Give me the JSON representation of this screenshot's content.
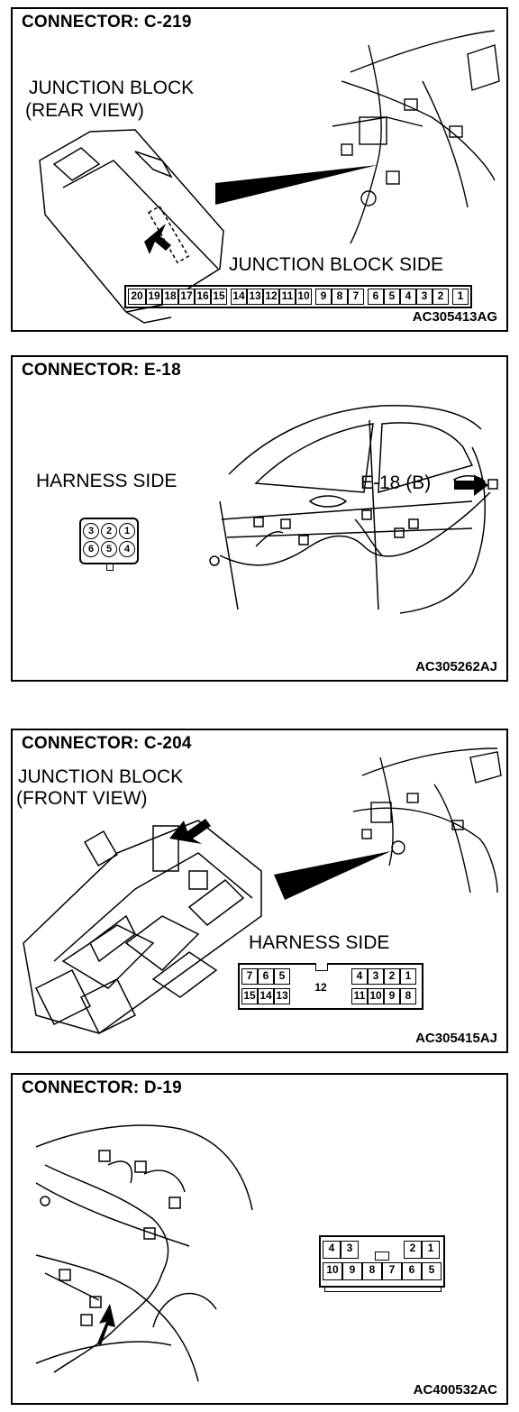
{
  "panels": [
    {
      "title": "CONNECTOR: C-219",
      "labels": [
        "JUNCTION BLOCK",
        "(REAR VIEW)",
        "JUNCTION BLOCK SIDE"
      ],
      "code": "AC305413AG",
      "pins": [
        "20",
        "19",
        "18",
        "17",
        "16",
        "15",
        "14",
        "13",
        "12",
        "11",
        "10",
        "9",
        "8",
        "7",
        "6",
        "5",
        "4",
        "3",
        "2",
        "1"
      ]
    },
    {
      "title": "CONNECTOR: E-18",
      "labels": [
        "HARNESS SIDE",
        "E-18 (B)"
      ],
      "code": "AC305262AJ",
      "pins": [
        "3",
        "2",
        "1",
        "6",
        "5",
        "4"
      ]
    },
    {
      "title": "CONNECTOR: C-204",
      "labels": [
        "JUNCTION BLOCK",
        "(FRONT VIEW)",
        "HARNESS SIDE"
      ],
      "code": "AC305415AJ",
      "pins_top": [
        "7",
        "6",
        "5",
        "4",
        "3",
        "2",
        "1"
      ],
      "pins_mid": "12",
      "pins_bottom": [
        "15",
        "14",
        "13",
        "11",
        "10",
        "9",
        "8"
      ]
    },
    {
      "title": "CONNECTOR: D-19",
      "code": "AC400532AC",
      "pins_top": [
        "4",
        "3",
        "2",
        "1"
      ],
      "pins_bottom": [
        "10",
        "9",
        "8",
        "7",
        "6",
        "5"
      ]
    }
  ]
}
